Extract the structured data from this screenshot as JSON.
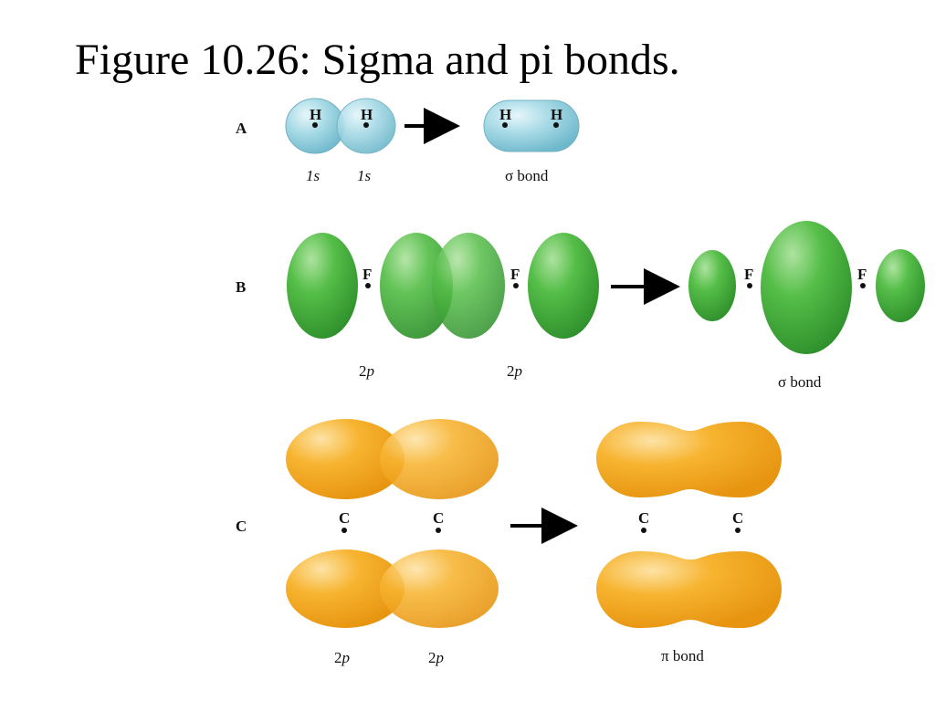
{
  "title": "Figure 10.26: Sigma and pi bonds.",
  "panels": {
    "a": {
      "letter": "A",
      "left_atoms": [
        "H",
        "H"
      ],
      "left_captions": [
        "1s",
        "1s"
      ],
      "right_atoms": [
        "H",
        "H"
      ],
      "right_caption": "σ bond"
    },
    "b": {
      "letter": "B",
      "left_atoms": [
        "F",
        "F"
      ],
      "left_captions": [
        "2p",
        "2p"
      ],
      "right_atoms": [
        "F",
        "F"
      ],
      "right_caption": "σ bond"
    },
    "c": {
      "letter": "C",
      "left_atoms": [
        "C",
        "C"
      ],
      "left_captions": [
        "2p",
        "2p"
      ],
      "right_atoms": [
        "C",
        "C"
      ],
      "right_caption": "π bond"
    }
  },
  "colors": {
    "s_orbital": "#9fd3e0",
    "p_orbital_green": "#3fae3a",
    "p_orbital_orange": "#f3a81c"
  }
}
